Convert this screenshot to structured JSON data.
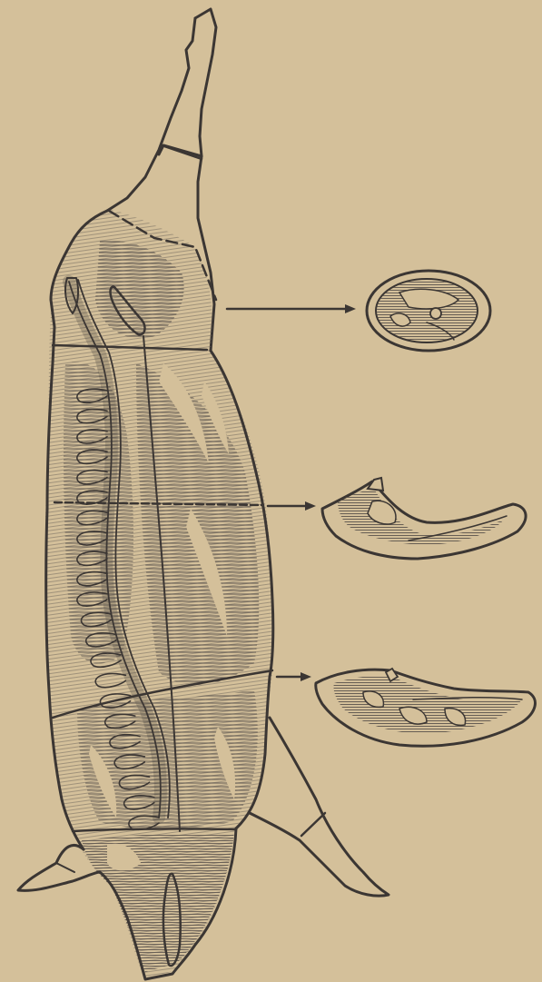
{
  "figure": {
    "paper_color": "#d4c09a",
    "ink_color": "#3b3633",
    "shading_color": "#5a524c",
    "subject": "hog-carcass-cut-diagram",
    "cross_sections": [
      "ham-section",
      "loin-section",
      "belly-shoulder-section"
    ]
  }
}
